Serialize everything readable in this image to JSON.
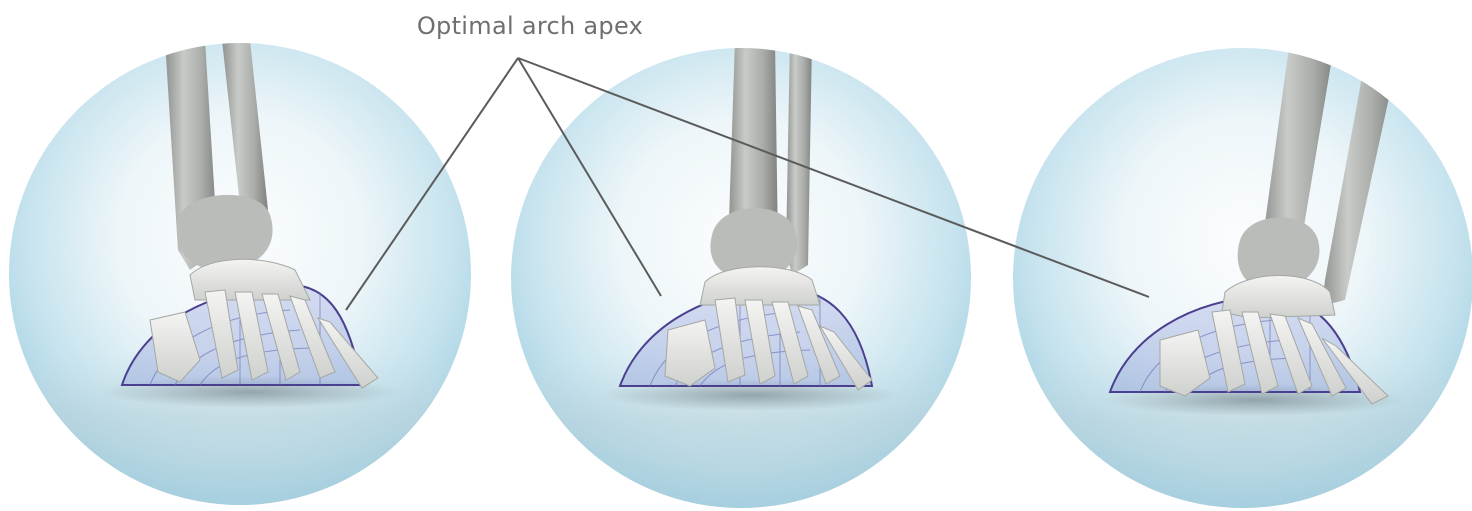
{
  "diagram": {
    "label": "Optimal arch apex",
    "colors": {
      "leader_line": "#5b5b5b",
      "label_text": "#6f6f6f",
      "sphere_edge": "#a9d3e4",
      "sphere_center": "#fbfdfe",
      "bone_light": "#eeeeec",
      "bone_shadow": "#8f928f",
      "arch_outline": "#4b3f8f"
    },
    "panels": [
      {
        "subject": "foot skeleton on arch support, view 1"
      },
      {
        "subject": "foot skeleton on arch support, view 2"
      },
      {
        "subject": "foot skeleton on arch support, view 3"
      }
    ]
  }
}
